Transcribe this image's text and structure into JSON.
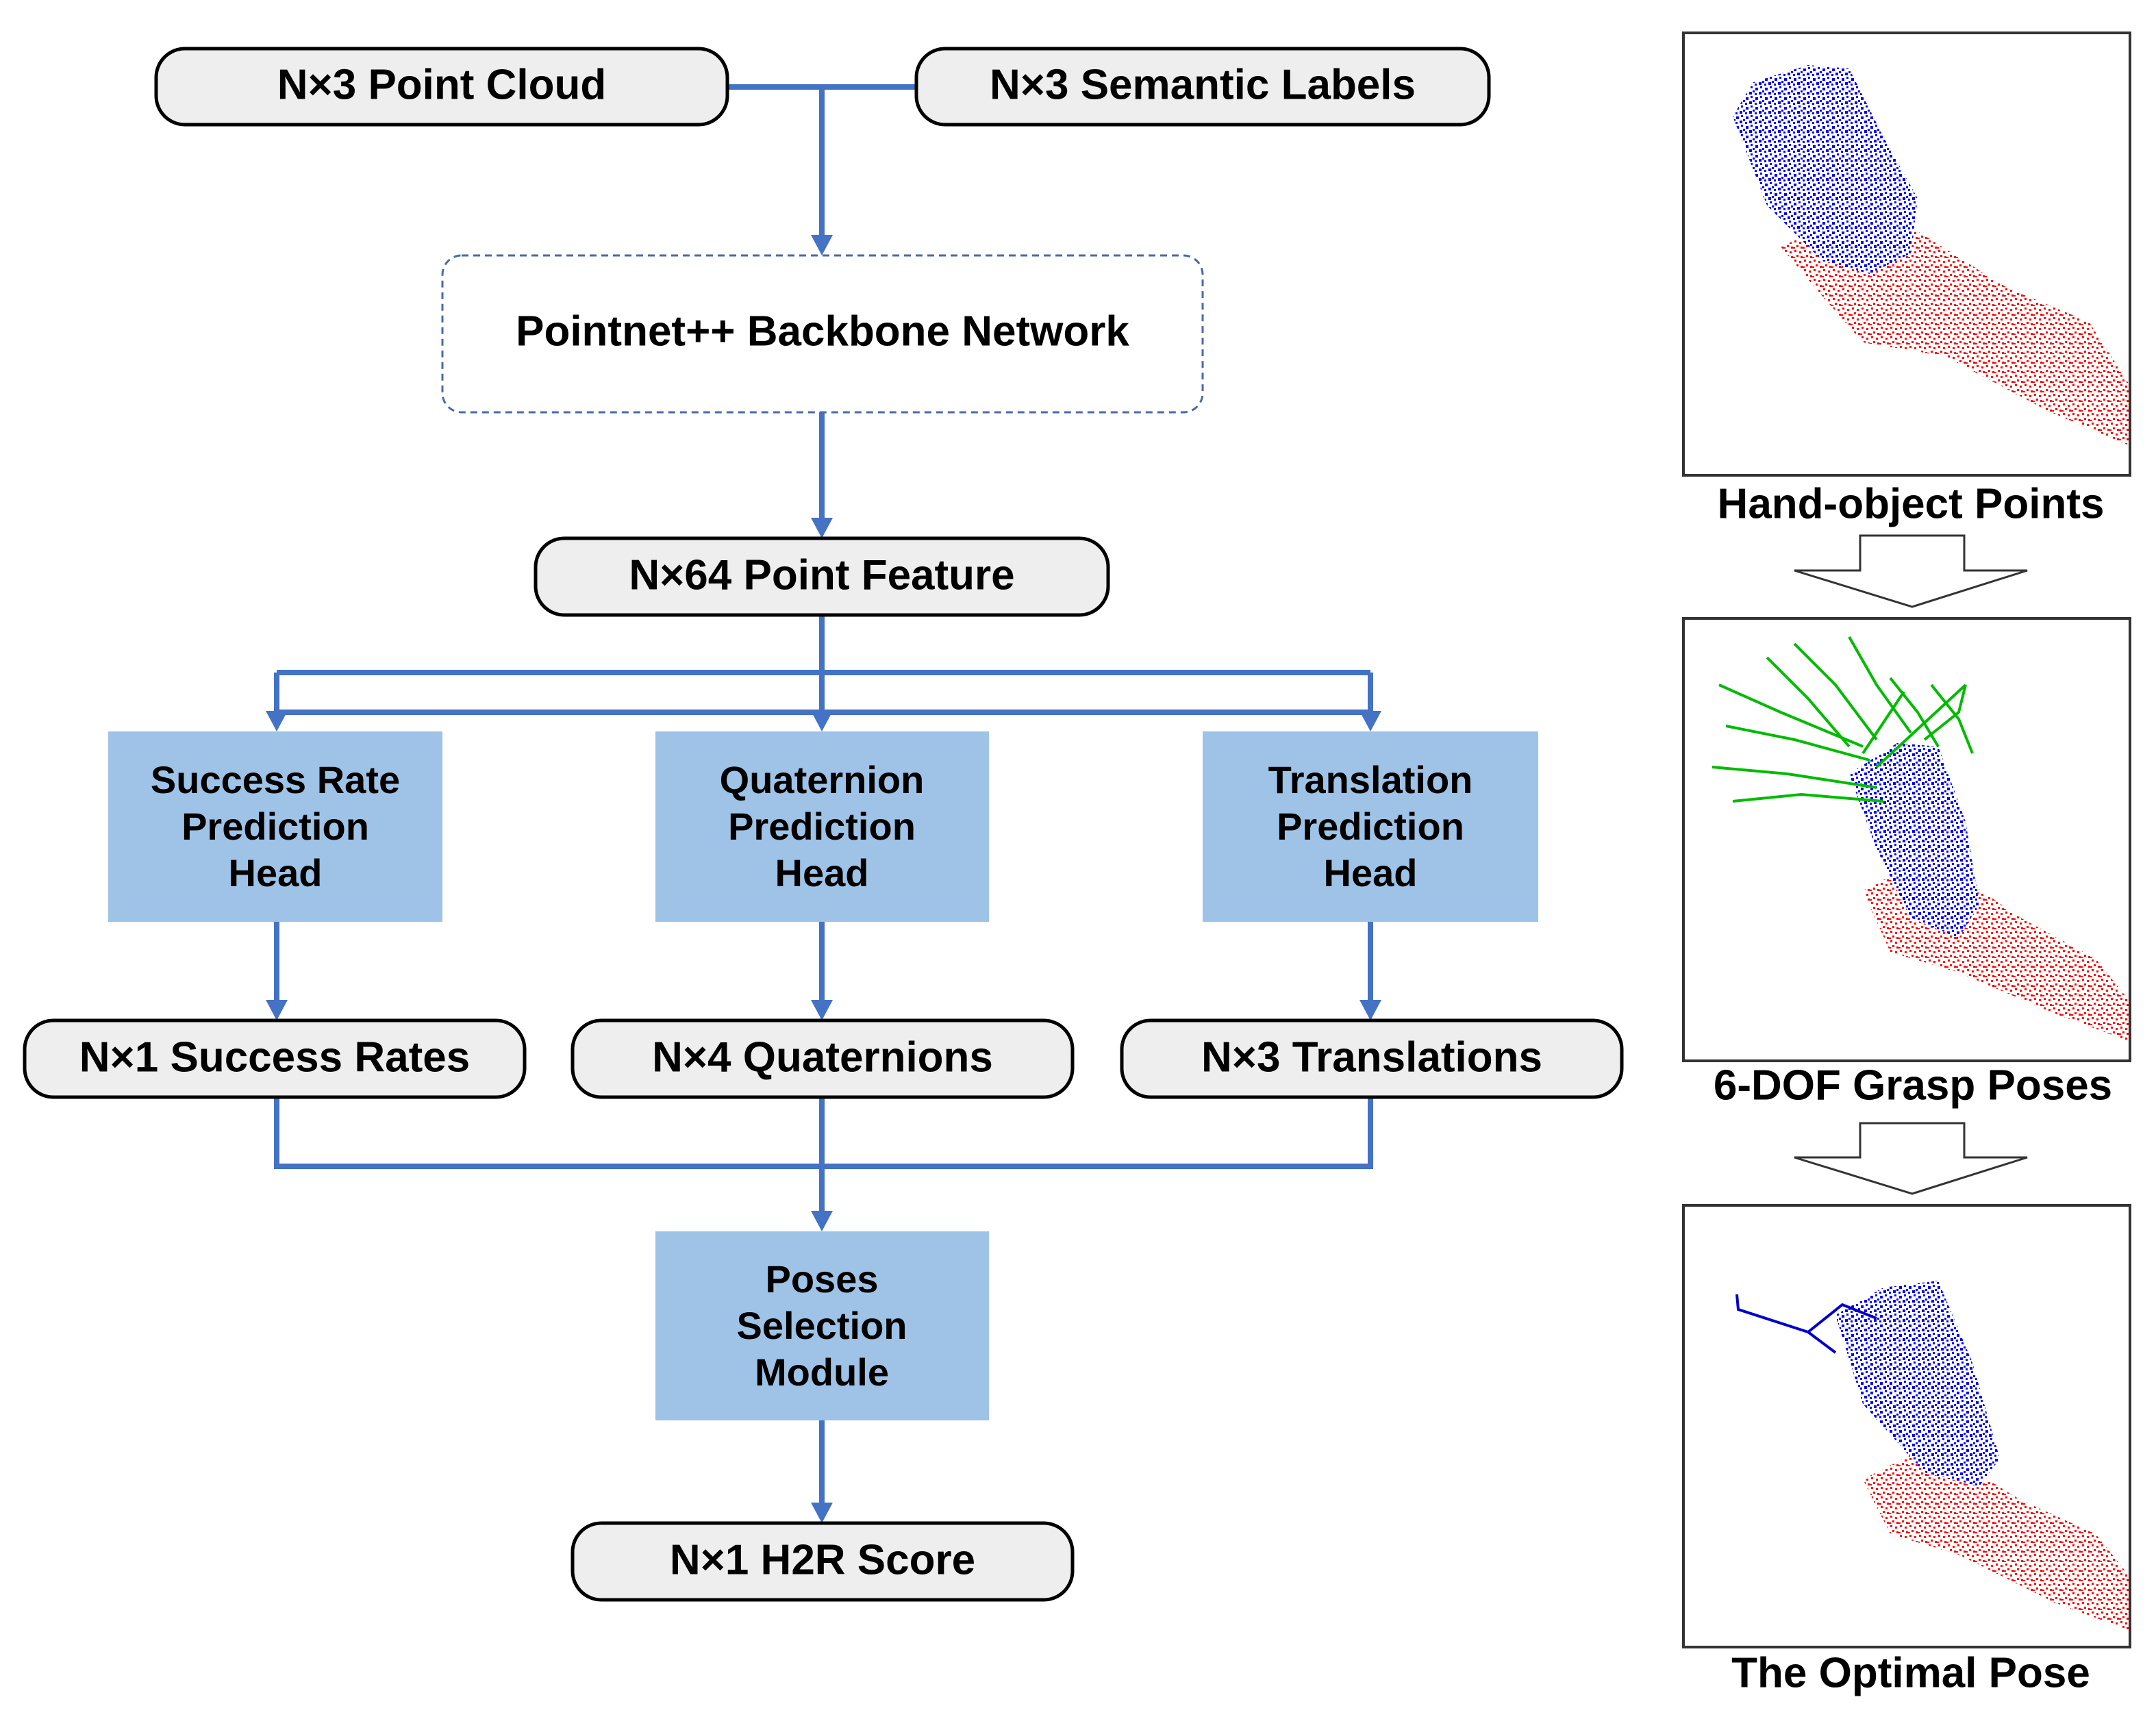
{
  "inputs": {
    "point_cloud": "N×3 Point Cloud",
    "semantic_labels": "N×3 Semantic Labels"
  },
  "backbone": {
    "label": "Pointnet++ Backbone Network"
  },
  "feature": {
    "label": "N×64 Point Feature"
  },
  "heads": {
    "success": [
      "Success Rate",
      "Prediction",
      "Head"
    ],
    "quaternion": [
      "Quaternion",
      "Prediction",
      "Head"
    ],
    "translation": [
      "Translation",
      "Prediction",
      "Head"
    ]
  },
  "outputs": {
    "success": "N×1 Success Rates",
    "quaternion": "N×4 Quaternions",
    "translation": "N×3 Translations"
  },
  "selection": {
    "lines": [
      "Poses",
      "Selection",
      "Module"
    ]
  },
  "score": {
    "label": "N×1 H2R Score"
  },
  "panels": {
    "captions": [
      "Hand-object Points",
      "6-DOF Grasp Poses",
      "The Optimal Pose"
    ]
  },
  "colors": {
    "connector": "#4472c4",
    "head_fill": "#9fc3e6",
    "pill_fill": "#eeeeee",
    "object_points": "#0000ff",
    "hand_points": "#ff0000",
    "grasp_poses": "#00bb00",
    "optimal_pose": "#0000cc"
  }
}
